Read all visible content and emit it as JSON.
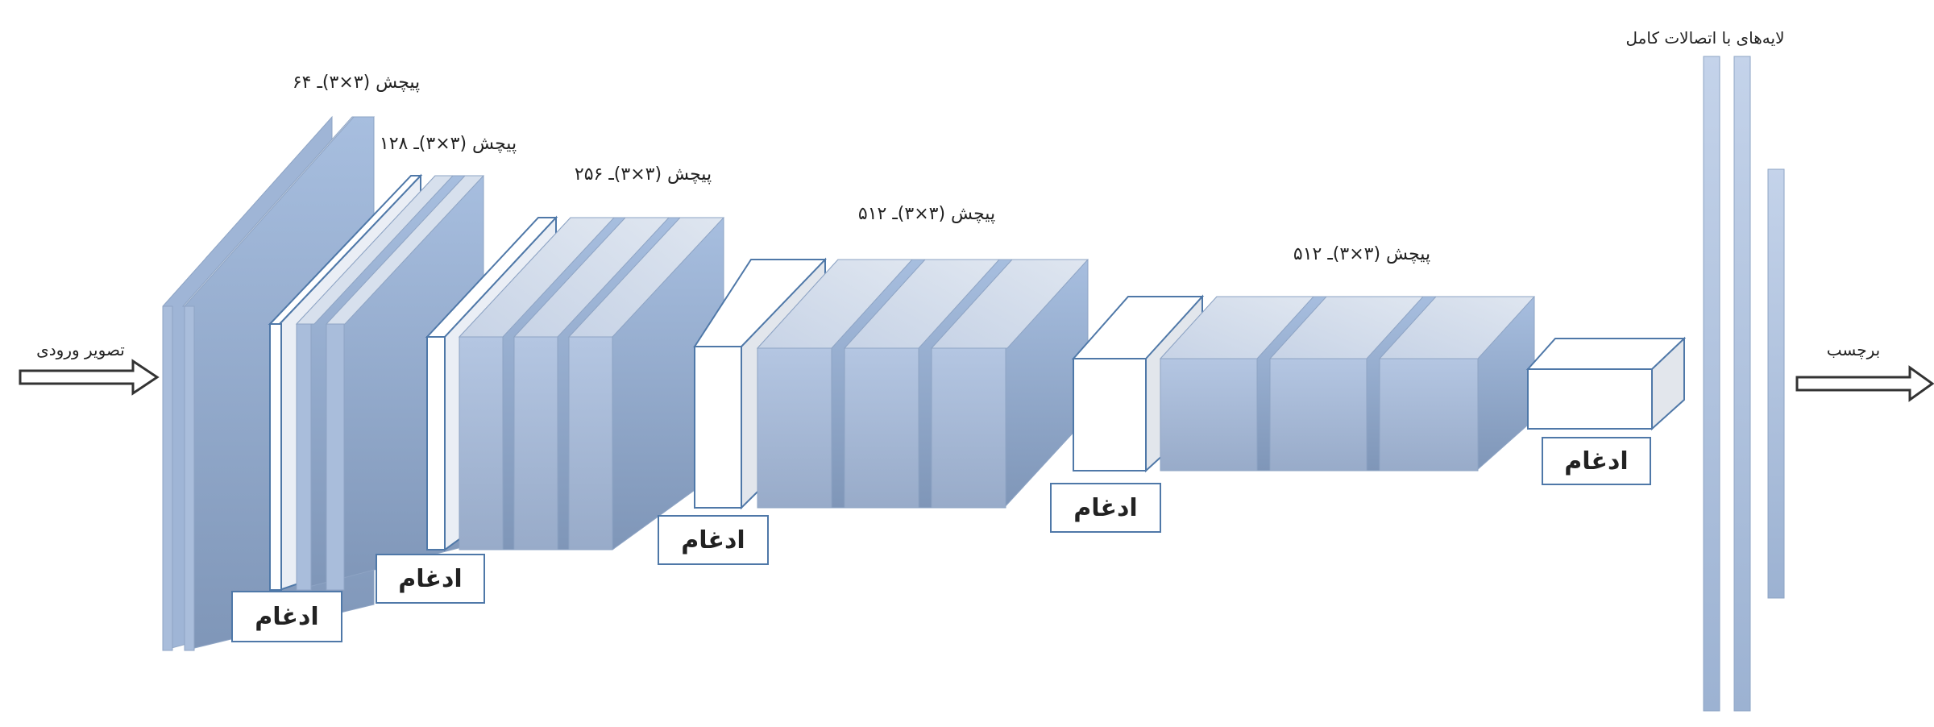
{
  "labels": {
    "input": "تصویر ورودی",
    "output": "برچسب",
    "fc_layers": "لایه‌های با اتصالات کامل"
  },
  "blocks": [
    {
      "conv_label": "پیچش (۳×۳)ـ ۶۴",
      "pool_label": "ادغام"
    },
    {
      "conv_label": "پیچش (۳×۳)ـ ۱۲۸",
      "pool_label": "ادغام"
    },
    {
      "conv_label": "پیچش (۳×۳)ـ ۲۵۶",
      "pool_label": "ادغام"
    },
    {
      "conv_label": "پیچش (۳×۳)ـ ۵۱۲",
      "pool_label": "ادغام"
    },
    {
      "conv_label": "پیچش (۳×۳)ـ ۵۱۲",
      "pool_label": "ادغام"
    }
  ],
  "colors": {
    "conv_front": "#9fb5d6",
    "conv_top": "#d6dfeb",
    "conv_side": "#8fa6c7",
    "pool_fill": "#ffffff",
    "pool_outline": "#4f78a8",
    "arrow": "#333333"
  }
}
